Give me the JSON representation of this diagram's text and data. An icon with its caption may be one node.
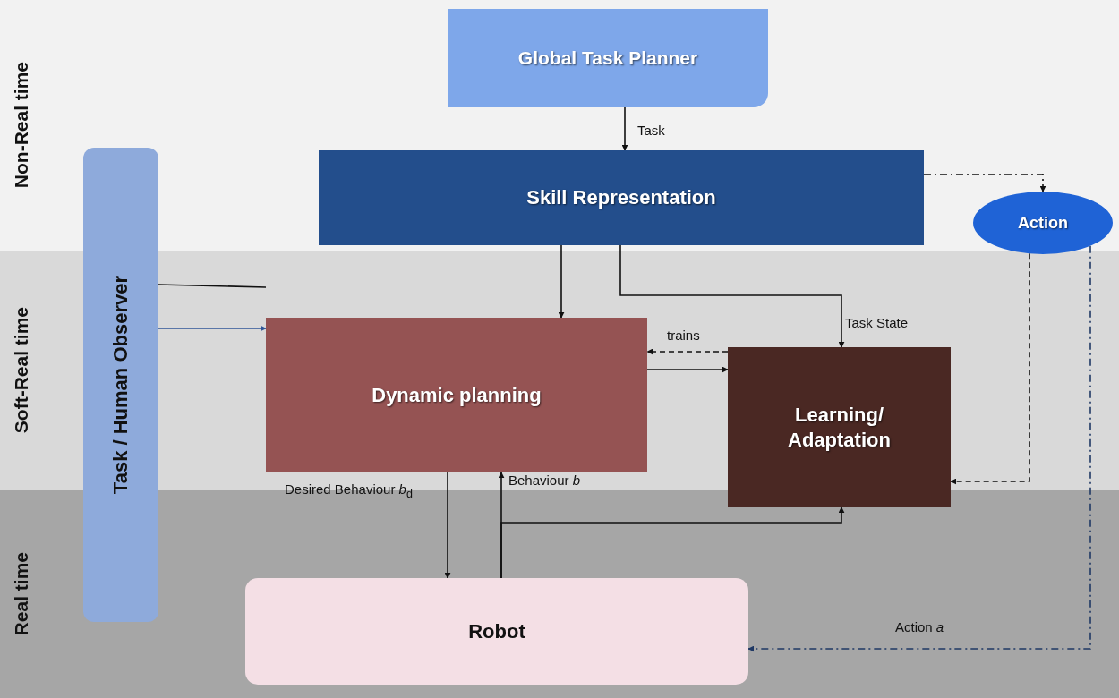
{
  "diagram": {
    "nodes": [
      {
        "text": [
          "Global Task Planner"
        ]
      },
      {
        "text": [
          "Skill Representation"
        ]
      },
      {
        "text": [
          "Action"
        ]
      },
      {
        "text": [
          "Task / Human Observer"
        ]
      },
      {
        "text": [
          "Dynamic planning"
        ]
      },
      {
        "text": [
          "Learning/ Adaptation"
        ]
      },
      {
        "text": [
          "Robot"
        ]
      }
    ],
    "edges": [
      {
        "from": 0,
        "to": 1,
        "arrow": "to",
        "label": "Task"
      },
      {
        "from": 1,
        "to": 2,
        "arrow": "to",
        "style": "dashed"
      },
      {
        "from": 1,
        "to": 4,
        "arrow": "to"
      },
      {
        "from": 1,
        "to": 5,
        "arrow": "to",
        "label": "Task State"
      },
      {
        "from": 3,
        "to": 4,
        "arrow": "none"
      },
      {
        "from": 3,
        "to": 4,
        "arrow": "to",
        "color": "#2f5597"
      },
      {
        "from": 5,
        "to": 4,
        "arrow": "to",
        "style": "dashed",
        "label": "trains"
      },
      {
        "from": 4,
        "to": 5,
        "arrow": "to"
      },
      {
        "from": 2,
        "to": 5,
        "arrow": "to",
        "style": "dashed"
      },
      {
        "from": 2,
        "to": 6,
        "arrow": "to",
        "style": "dashed",
        "color": "#1f3864",
        "label": "Action *a*"
      },
      {
        "from": 4,
        "to": 6,
        "arrow": "to",
        "label": "Desired Behaviour *b*$_{d}$"
      },
      {
        "from": 6,
        "to": 4,
        "arrow": "to",
        "label": "Behaviour *b*"
      },
      {
        "from": 6,
        "to": 5,
        "arrow": "to"
      }
    ],
    "labels": [
      "Non-Real time",
      "Soft-Real time",
      "Real time"
    ]
  }
}
